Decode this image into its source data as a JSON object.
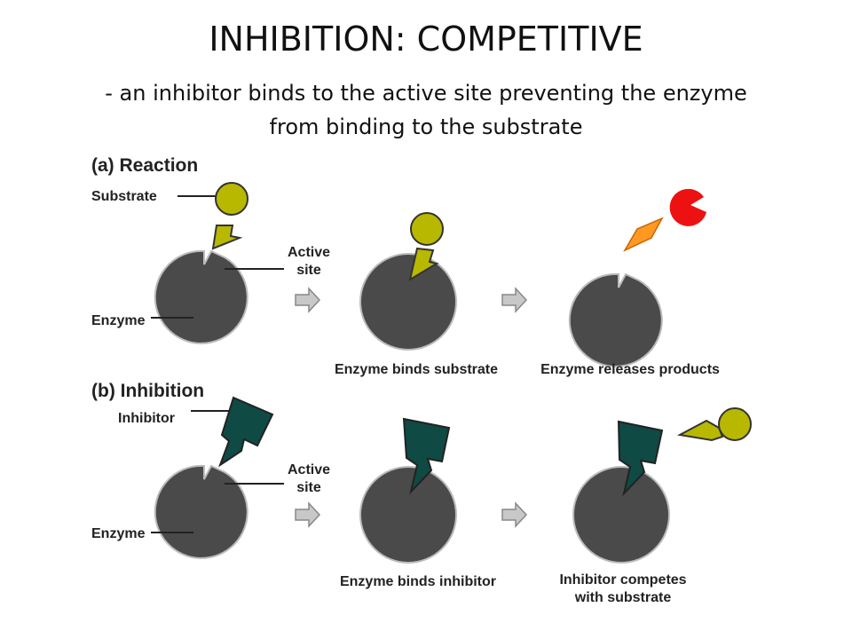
{
  "slide": {
    "title": "INHIBITION: COMPETITIVE",
    "subtitle_line1": "- an inhibitor binds to the active site preventing the enzyme",
    "subtitle_line2": "from binding to the substrate"
  },
  "panel_a": {
    "header": "(a) Reaction",
    "substrate_label": "Substrate",
    "active_site_line1": "Active",
    "active_site_line2": "site",
    "enzyme_label": "Enzyme",
    "caption_binds": "Enzyme binds substrate",
    "caption_releases": "Enzyme releases products"
  },
  "panel_b": {
    "header": "(b) Inhibition",
    "inhibitor_label": "Inhibitor",
    "active_site_line1": "Active",
    "active_site_line2": "site",
    "enzyme_label": "Enzyme",
    "caption_binds": "Enzyme binds inhibitor",
    "caption_competes_line1": "Inhibitor competes",
    "caption_competes_line2": "with substrate"
  },
  "colors": {
    "enzyme": "#4a4a4a",
    "substrate": "#b8b800",
    "inhibitor": "#0f4a44",
    "product_red": "#ee1111",
    "product_orange": "#ff9922",
    "arrow": "#c8c8c8"
  }
}
